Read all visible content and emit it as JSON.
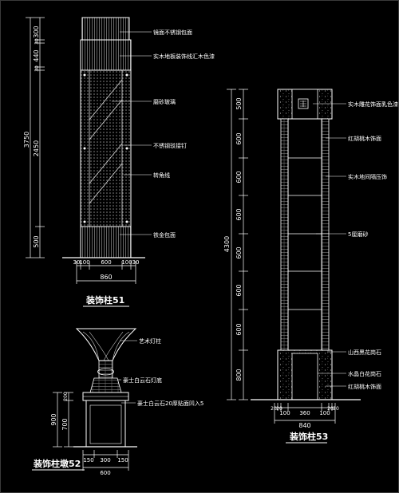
{
  "colors": {
    "background": "#000000",
    "linework": "#ffffff",
    "hatch": "#9a9a9a",
    "border": "#3a3a3a"
  },
  "col51": {
    "title": "装饰柱51",
    "labels": [
      "镜面不锈钢包面",
      "实木地板装饰线汇木色漆",
      "磨砂玻璃",
      "不锈钢驳接钉",
      "转角线",
      "铁金包面"
    ],
    "dims_left": [
      "300",
      "30",
      "440",
      "30",
      "2450",
      "500"
    ],
    "dim_total": "3750",
    "dims_bottom": [
      "30",
      "100",
      "600",
      "100",
      "30"
    ],
    "dim_bottom_total": "860"
  },
  "col52": {
    "title": "装饰柱墩52",
    "labels": [
      "艺术灯柱",
      "豪士白云石灯底",
      "豪士白云石20厚贴面凹入5"
    ],
    "dims_left": [
      "200",
      "700"
    ],
    "dim_total": "900",
    "dims_bottom": [
      "150",
      "300",
      "150"
    ],
    "dim_bottom_total": "600"
  },
  "col53": {
    "title": "装饰柱53",
    "labels": [
      "实木雕花饰面乳色漆",
      "红胡桃木饰面",
      "实木地间隔压饰",
      "5厘磨砂",
      "山西黑花岗石",
      "水晶白花岗石",
      "红胡桃木饰面"
    ],
    "dims_left": [
      "500",
      "600",
      "600",
      "600",
      "600",
      "600",
      "600",
      "800"
    ],
    "dim_total": "4300",
    "dims_bottom": [
      "20",
      "20",
      "100",
      "360",
      "100",
      "20",
      "20"
    ],
    "dim_bottom_total": "840"
  }
}
